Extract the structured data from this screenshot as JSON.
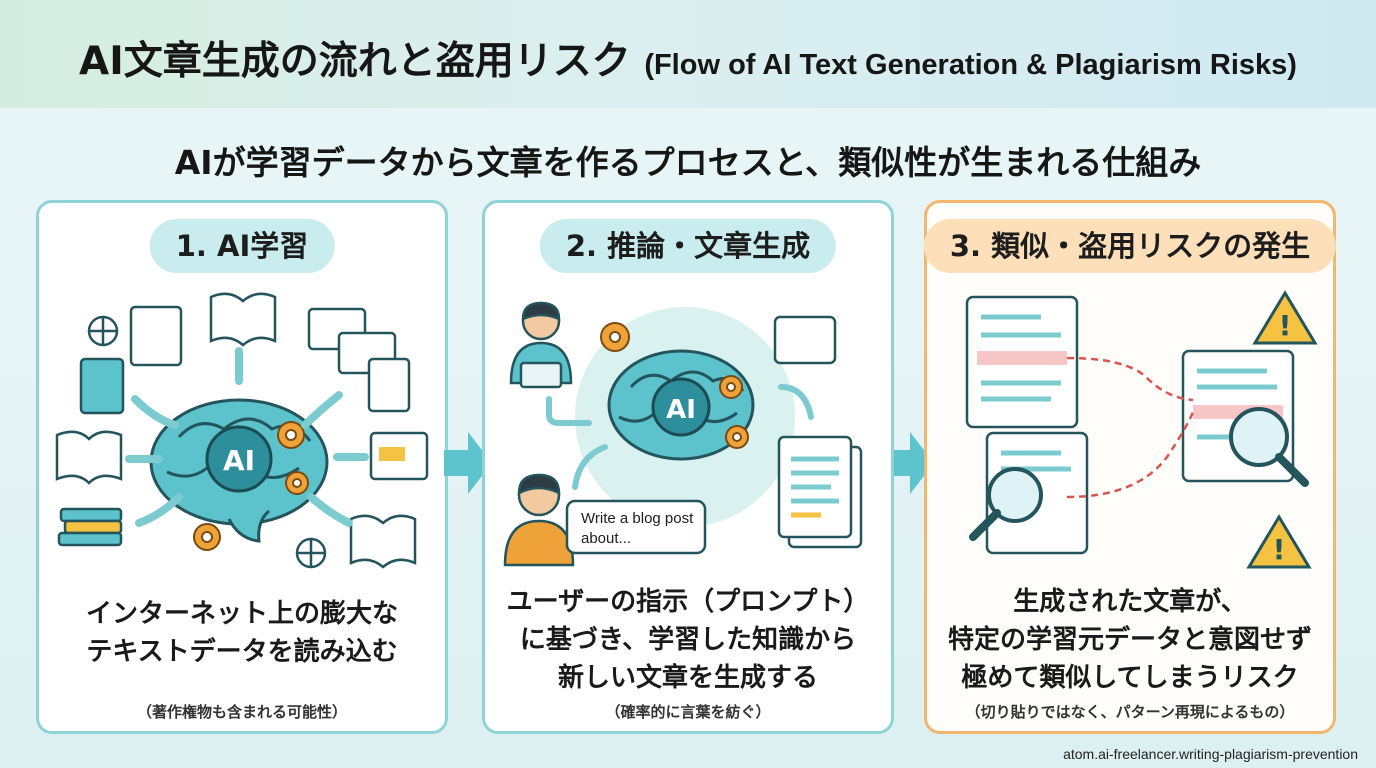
{
  "header": {
    "title_jp": "AI文章生成の流れと盗用リスク",
    "title_en": "(Flow of AI Text Generation & Plagiarism Risks)",
    "subtitle": "AIが学習データから文章を作るプロセスと、類似性が生まれる仕組み"
  },
  "steps": [
    {
      "heading": "1. AI学習",
      "ai_badge": "AI",
      "description": [
        "インターネット上の膨大な",
        "テキストデータを読み込む"
      ],
      "note": "（著作権物も含まれる可能性）"
    },
    {
      "heading": "2. 推論・文章生成",
      "ai_badge": "AI",
      "prompt_bubble": [
        "Write a blog post",
        "about..."
      ],
      "description": [
        "ユーザーの指示（プロンプト）",
        "に基づき、学習した知識から",
        "新しい文章を生成する"
      ],
      "note": "（確率的に言葉を紡ぐ）"
    },
    {
      "heading": "3. 類似・盗用リスクの発生",
      "description": [
        "生成された文章が、",
        "特定の学習元データと意図せず",
        "極めて類似してしまうリスク"
      ],
      "note": "（切り貼りではなく、パターン再現によるもの）"
    }
  ],
  "footer": "atom.ai-freelancer.writing-plagiarism-prevention",
  "colors": {
    "teal": "#8fd3d7",
    "orange": "#f2b66e",
    "brain": "#4fb6c1",
    "gear": "#f0a23a",
    "warning": "#f5c242"
  }
}
